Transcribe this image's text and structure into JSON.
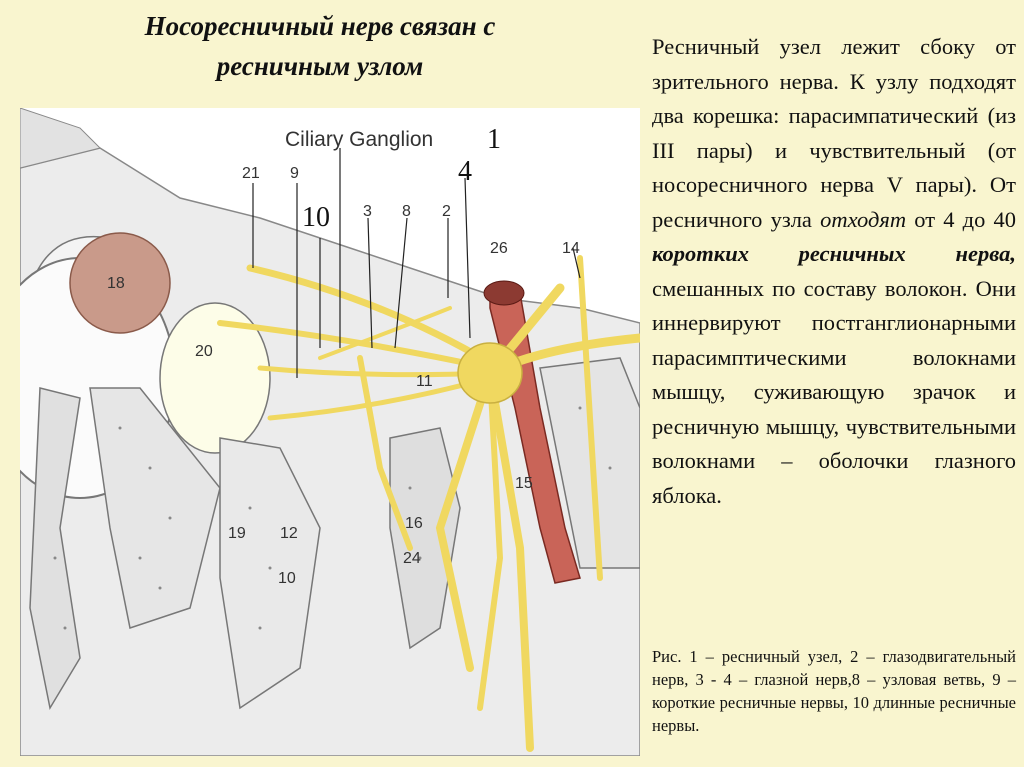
{
  "title": {
    "line1": "Носоресничный нерв связан с",
    "line2": "ресничным узлом"
  },
  "body": {
    "p1": "Ресничный узел лежит сбоку от зрительного нерва. К узлу подходят два корешка: парасимпатический (из III пары) и чувствительный (от носоресничного нерва V пары). От ресничного узла ",
    "em1": "отходят",
    "p2": " от 4 до 40 ",
    "em2": "коротких ресничных нерва,",
    "p3": " смешанных по составу волокон. Они иннервируют постганглионарными парасимптическими волокнами мышцу, суживающую зрачок и ресничную мышцу, чувствительными волокнами – оболочки глазного яблока."
  },
  "caption": "Рис. 1 – ресничный узел, 2 – глазодвигательный нерв, 3 - 4 – глазной нерв,8 – узловая ветвь, 9 – короткие ресничные нервы, 10 длинные ресничные нервы.",
  "figure": {
    "heading": "Ciliary Ganglion",
    "big_labels": {
      "l1": "1",
      "l4": "4",
      "l10": "10"
    },
    "labels": {
      "n21": "21",
      "n9": "9",
      "n3": "3",
      "n8": "8",
      "n2": "2",
      "n26": "26",
      "n14": "14",
      "n18": "18",
      "n20": "20",
      "n11": "11",
      "n15": "15",
      "n16": "16",
      "n19": "19",
      "n12": "12",
      "n10": "10",
      "n24": "24"
    },
    "colors": {
      "nerve": "#f0d860",
      "bone": "#e9e9e9",
      "vessel": "#c96458",
      "gland": "#c99a8a"
    }
  }
}
